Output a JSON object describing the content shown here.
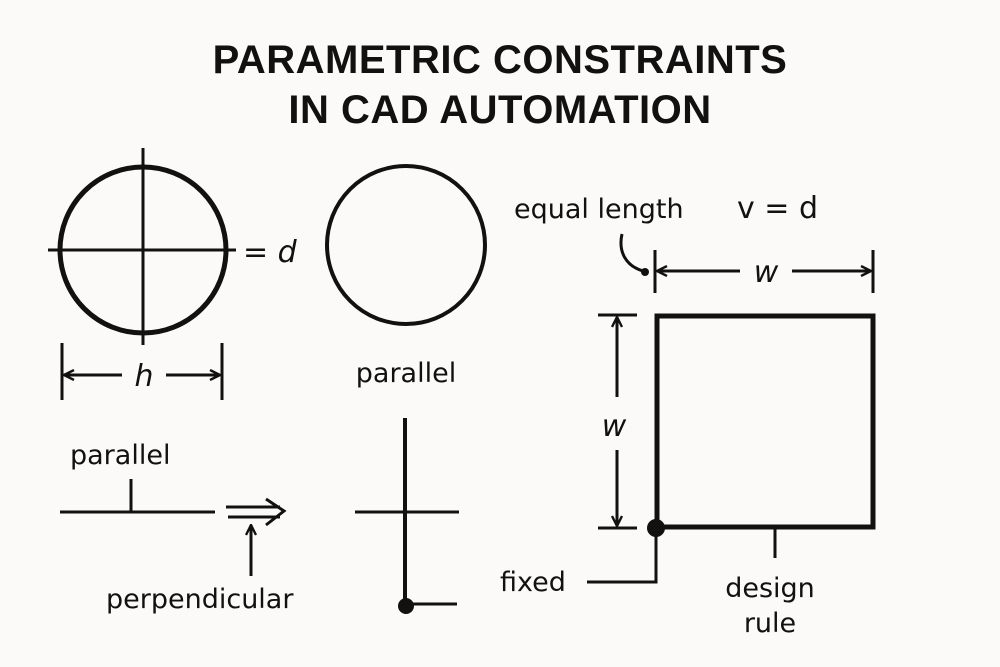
{
  "title": {
    "line1": "PARAMETRIC CONSTRAINTS",
    "line2": "IN CAD AUTOMATION"
  },
  "colors": {
    "ink": "#111111",
    "background": "#fbfaf8"
  },
  "circle_diameter": {
    "equals_label": "= d",
    "dimension_label": "h"
  },
  "circle_plain": {
    "label": "parallel"
  },
  "line_constraints": {
    "parallel_label": "parallel",
    "perpendicular_label": "perpendicular"
  },
  "square": {
    "equal_length_label": "equal length",
    "equation_label": "v = d",
    "top_dimension_label": "w",
    "side_dimension_label": "w",
    "fixed_label": "fixed",
    "design_rule_line1": "design",
    "design_rule_line2": "rule"
  }
}
